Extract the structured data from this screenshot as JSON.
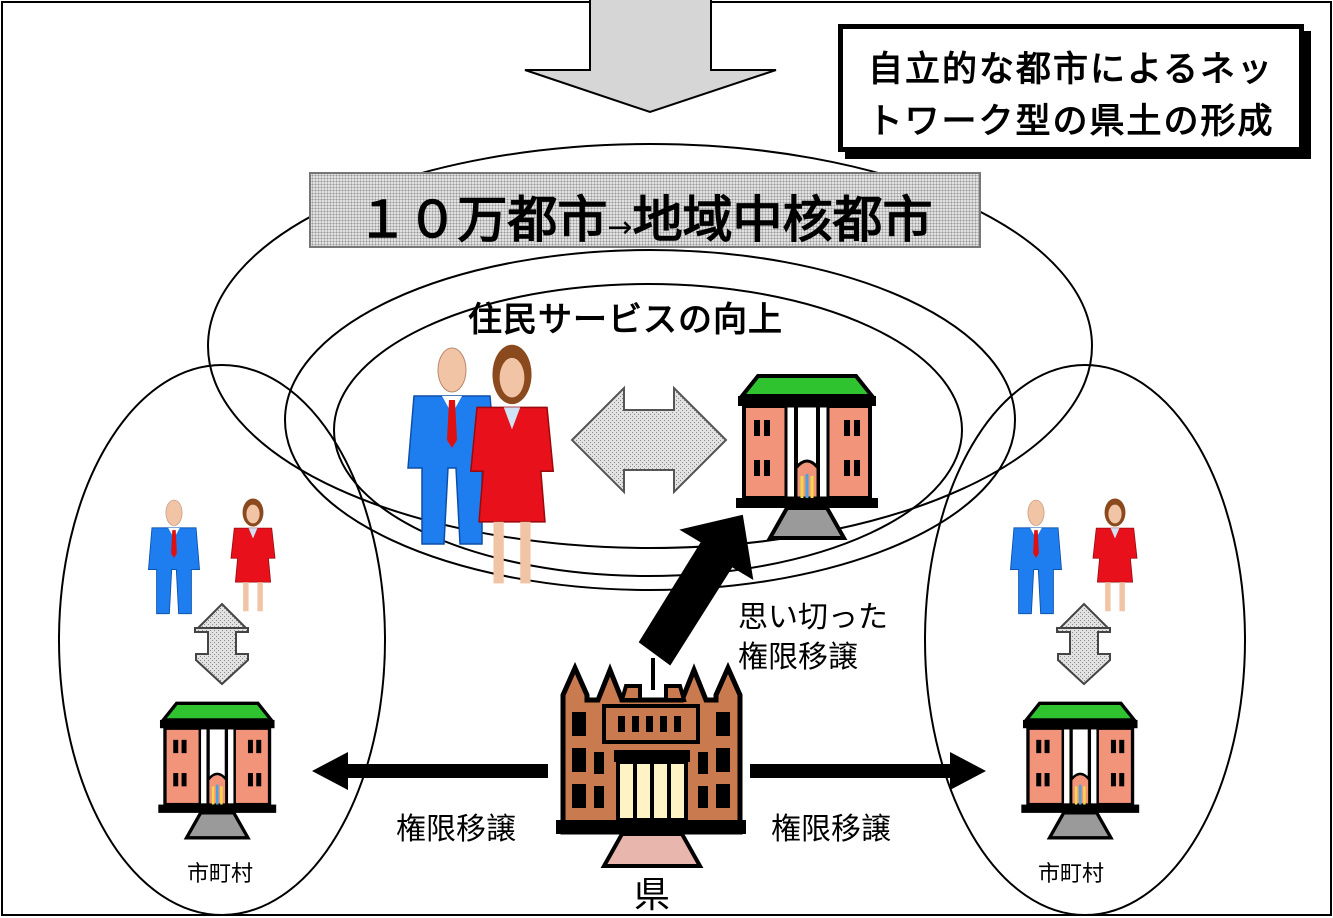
{
  "goal": {
    "line1": "自立的な都市によるネッ",
    "line2": "トワーク型の県土の形成"
  },
  "banner": {
    "prefix": "１０万都市",
    "arrow": "→",
    "suffix": "地域中核都市"
  },
  "center": {
    "caption": "住民サービスの向上"
  },
  "prefecture": {
    "label": "県"
  },
  "transfer": {
    "major_line1": "思い切った",
    "major_line2": "権限移譲",
    "left": "権限移譲",
    "right": "権限移譲"
  },
  "municipality": {
    "left": "市町村",
    "right": "市町村"
  },
  "colors": {
    "man": "#1e7ef0",
    "woman": "#e8101a",
    "tie": "#e01010",
    "skin": "#f1c4a6",
    "building": "#f1947a",
    "roof": "#2fc42f",
    "prefecture_building": "#c97a4e",
    "stipple": "#d9d9d9"
  }
}
